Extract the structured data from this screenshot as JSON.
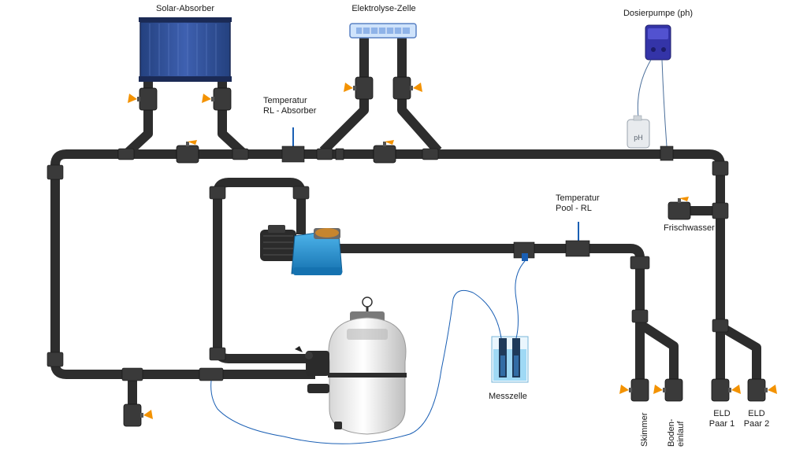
{
  "labels": {
    "solar_absorber": "Solar-Absorber",
    "electrolysis_cell": "Elektrolyse-Zelle",
    "dosing_pump": "Dosierpumpe (ph)",
    "temp_return_absorber_line1": "Temperatur",
    "temp_return_absorber_line2": "RL - Absorber",
    "temp_pool_return_line1": "Temperatur",
    "temp_pool_return_line2": "Pool - RL",
    "fresh_water": "Frischwasser",
    "measuring_cell": "Messzelle",
    "skimmer": "Skimmer",
    "floor_inlet_line1": "Boden-",
    "floor_inlet_line2": "einlauf",
    "eld_pair1_line1": "ELD",
    "eld_pair1_line2": "Paar 1",
    "eld_pair2_line1": "ELD",
    "eld_pair2_line2": "Paar 2",
    "ph_canister": "pH"
  },
  "colors": {
    "pipe": "#2d2d2d",
    "valve_handle": "#f39200",
    "solar_panel": "#2f4f9a",
    "pump_body": "#1f8fd0",
    "dosing_pump": "#3434a8",
    "sensor_wire": "#1a5fb4",
    "measuring_cell_fluid": "#9fd9f5"
  },
  "icons": {
    "valve": "ball-valve-icon",
    "pump": "circulation-pump-icon",
    "filter": "sand-filter-icon",
    "sensor": "temperature-sensor-icon"
  }
}
